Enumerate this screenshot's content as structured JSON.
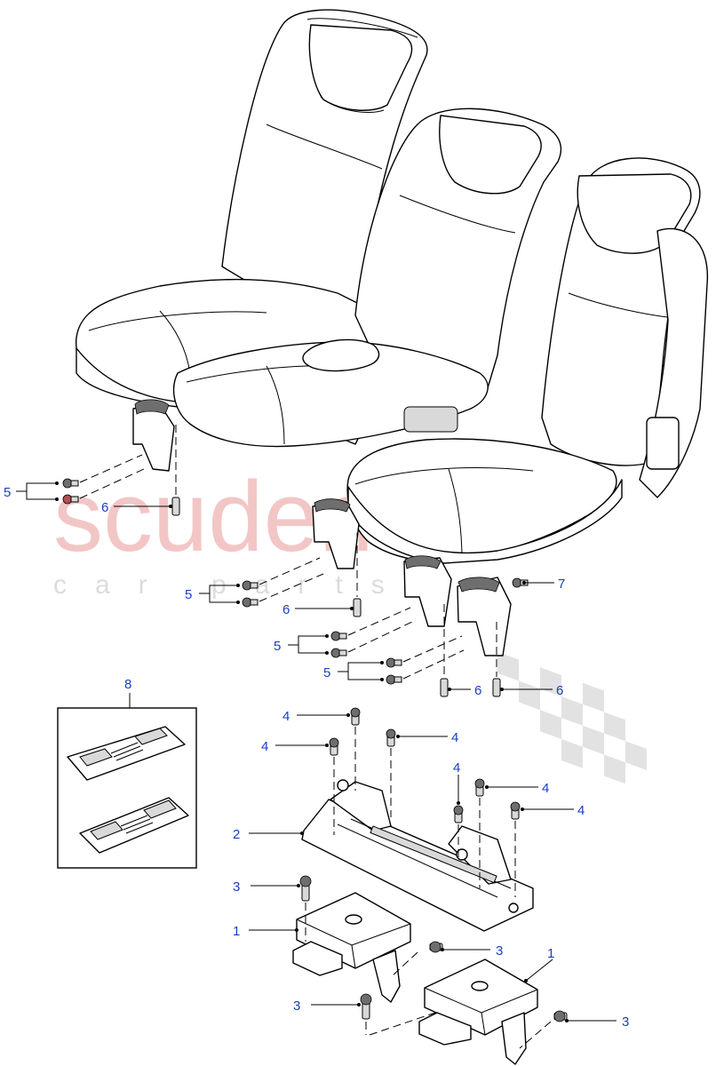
{
  "watermark": {
    "brand": "scuderia",
    "sub": "car parts"
  },
  "callouts": {
    "c1a": "1",
    "c1b": "1",
    "c2": "2",
    "c3a": "3",
    "c3b": "3",
    "c3c": "3",
    "c3d": "3",
    "c4a": "4",
    "c4b": "4",
    "c4c": "4",
    "c4d": "4",
    "c4e": "4",
    "c4f": "4",
    "c5a": "5",
    "c5b": "5",
    "c5c": "5",
    "c5d": "5",
    "c6a": "6",
    "c6b": "6",
    "c6c": "6",
    "c6d": "6",
    "c7": "7",
    "c8": "8"
  },
  "colors": {
    "callout": "#1a3fbf",
    "watermark_red": "#f2b7b7",
    "watermark_gray": "#d8d8d8"
  }
}
